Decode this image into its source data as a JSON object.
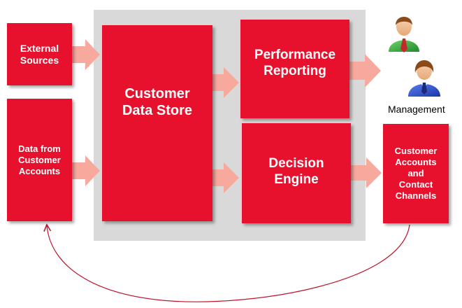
{
  "diagram": {
    "boxes": {
      "external_sources": "External\nSources",
      "customer_accounts_data": "Data from\nCustomer\nAccounts",
      "customer_data_store": "Customer\nData Store",
      "performance_reporting": "Performance\nReporting",
      "decision_engine": "Decision\nEngine",
      "customer_contact_channels": "Customer\nAccounts\nand\nContact\nChannels"
    },
    "management_label": "Management",
    "colors": {
      "box": "#e8112d",
      "arrow": "#f8a99e",
      "panel": "#d9d9d9",
      "loop_line": "#c0142c"
    },
    "icons": [
      "manager-person-green-tie-icon",
      "manager-person-blue-suit-icon"
    ]
  }
}
